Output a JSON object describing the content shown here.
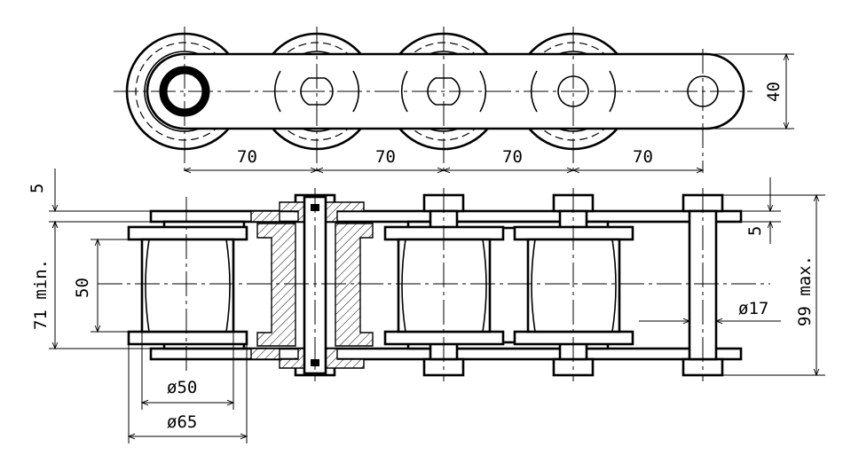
{
  "drawing": {
    "subject": "roller chain with bushing rollers",
    "dimensions": {
      "pitch_1": "70",
      "pitch_2": "70",
      "pitch_3": "70",
      "pitch_4": "70",
      "plate_height": "40",
      "plate_thickness_top": "5",
      "plate_thickness_right": "5",
      "inner_width_min": "71 min.",
      "roller_length": "50",
      "total_width_max": "99 max.",
      "pin_diameter": "ø17",
      "roller_diameter": "ø50",
      "flange_diameter": "ø65"
    }
  }
}
